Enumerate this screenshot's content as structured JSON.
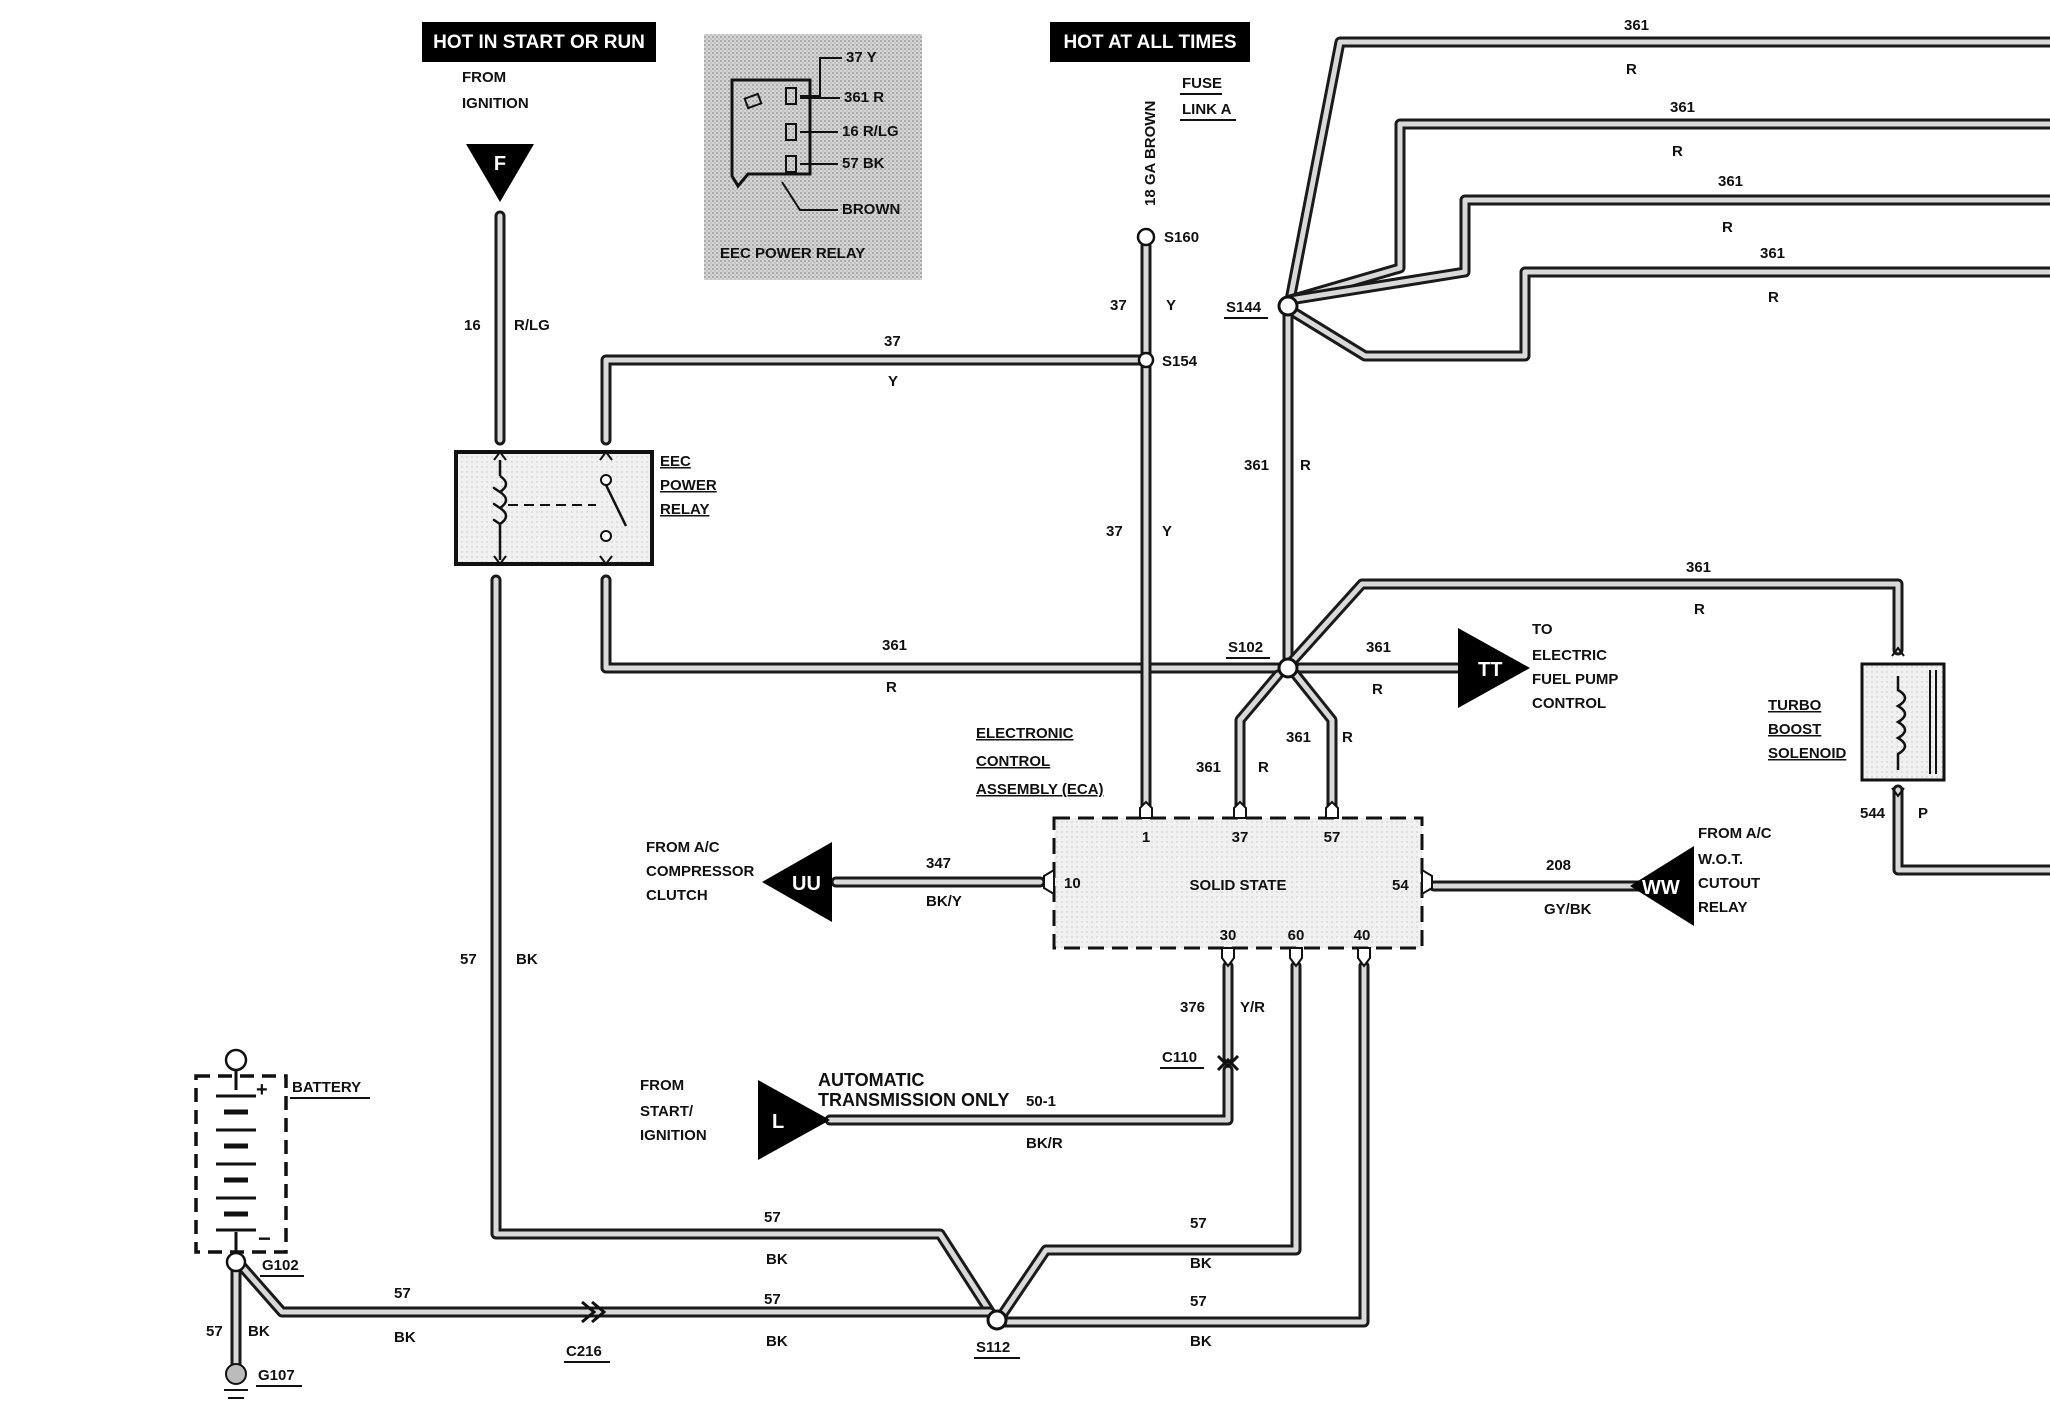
{
  "banners": {
    "hot_start_run": "HOT IN START OR RUN",
    "hot_all_times": "HOT AT ALL TIMES"
  },
  "texts": {
    "from_ignition_1": "FROM",
    "from_ignition_2": "IGNITION",
    "fuse_link_1": "FUSE",
    "fuse_link_2": "LINK A",
    "brown_18ga": "18 GA BROWN",
    "eec_relay_1": "EEC",
    "eec_relay_2": "POWER",
    "eec_relay_3": "RELAY",
    "eca_1": "ELECTRONIC",
    "eca_2": "CONTROL",
    "eca_3": "ASSEMBLY (ECA)",
    "solid_state": "SOLID STATE",
    "battery": "BATTERY",
    "to_fuel_1": "TO",
    "to_fuel_2": "ELECTRIC",
    "to_fuel_3": "FUEL PUMP",
    "to_fuel_4": "CONTROL",
    "from_ac_1": "FROM A/C",
    "from_ac_2": "COMPRESSOR",
    "from_ac_3": "CLUTCH",
    "turbo_1": "TURBO",
    "turbo_2": "BOOST",
    "turbo_3": "SOLENOID",
    "wot_1": "FROM A/C",
    "wot_2": "W.O.T.",
    "wot_3": "CUTOUT",
    "wot_4": "RELAY",
    "start_1": "FROM",
    "start_2": "START/",
    "start_3": "IGNITION",
    "auto_1": "AUTOMATIC",
    "auto_2": "TRANSMISSION ONLY",
    "auto_circuit": "50-1"
  },
  "inset": {
    "title": "EEC POWER RELAY",
    "pins": [
      "37 Y",
      "361 R",
      "16 R/LG",
      "57 BK",
      "BROWN"
    ]
  },
  "connectors": {
    "F": "F",
    "UU": "UU",
    "TT": "TT",
    "WW": "WW",
    "L": "L"
  },
  "splices": {
    "S160": "S160",
    "S154": "S154",
    "S144": "S144",
    "S102": "S102",
    "S112": "S112",
    "C110": "C110",
    "C216": "C216",
    "G102": "G102",
    "G107": "G107"
  },
  "pins": {
    "p1": "1",
    "p37": "37",
    "p57": "57",
    "p10": "10",
    "p54": "54",
    "p30": "30",
    "p60": "60",
    "p40": "40"
  },
  "wire_labels": {
    "w16": "16",
    "w16c": "R/LG",
    "w37a": "37",
    "w37ac": "Y",
    "w37b": "37",
    "w37bc": "Y",
    "w37c": "37",
    "w37cc": "Y",
    "w361r1": "361",
    "w361r1c": "R",
    "w361r2": "361",
    "w361r2c": "R",
    "w361r3": "361",
    "w361r3c": "R",
    "w361r4": "361",
    "w361r4c": "R",
    "w361v": "361",
    "w361vc": "R",
    "w361relay": "361",
    "w361relayc": "R",
    "w361tt": "361",
    "w361ttc": "R",
    "w361turbo": "361",
    "w361turboc": "R",
    "w361p37": "361",
    "w361p37c": "R",
    "w361p57": "361",
    "w361p57c": "R",
    "w347": "347",
    "w347c": "BK/Y",
    "w208": "208",
    "w208c": "GY/BK",
    "w544": "544",
    "w544c": "P",
    "w376": "376",
    "w376c": "Y/R",
    "w50": "BK/R",
    "w57left": "57",
    "w57leftc": "BK",
    "w57a": "57",
    "w57ac": "BK",
    "w57b": "57",
    "w57bc": "BK",
    "w57c": "57",
    "w57cc": "BK",
    "w57d": "57",
    "w57dc": "BK",
    "w57e": "57",
    "w57ec": "BK",
    "w57bat": "57",
    "w57batc": "BK"
  }
}
